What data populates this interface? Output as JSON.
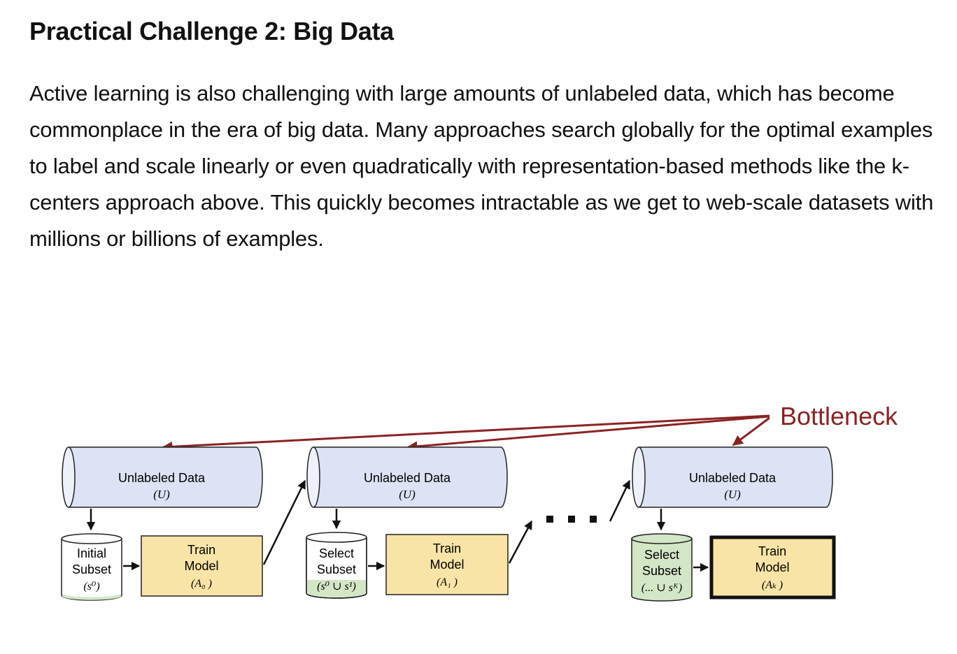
{
  "section": {
    "title": "Practical Challenge 2: Big Data",
    "paragraph": "Active learning is also challenging with large amounts of unlabeled data, which has become commonplace in the era of big data. Many approaches search globally for the optimal examples to label and scale linearly or even quadratically with representation-based methods like the k-centers approach above. This quickly becomes intractable as we get to web-scale datasets with millions or billions of examples."
  },
  "figure": {
    "bottleneck_label": "Bottleneck",
    "colors": {
      "bottleneck": "#8b2323",
      "pool_fill": "#dde3f4",
      "model_fill": "#f8e4a6",
      "selected_fill": "#d3e6c6"
    },
    "stages": [
      {
        "pool_label": "Unlabeled Data",
        "pool_symbol": "(U)",
        "subset_lines": [
          "Initial",
          "Subset",
          "(s⁰)"
        ],
        "model_lines": [
          "Train",
          "Model",
          "(A₀ )"
        ]
      },
      {
        "pool_label": "Unlabeled Data",
        "pool_symbol": "(U)",
        "subset_lines": [
          "Select",
          "Subset",
          "(s⁰ ∪ s¹)"
        ],
        "model_lines": [
          "Train",
          "Model",
          "(A₁ )"
        ]
      },
      {
        "pool_label": "Unlabeled Data",
        "pool_symbol": "(U)",
        "subset_lines": [
          "Select",
          "Subset",
          "(... ∪ sᴷ)"
        ],
        "model_lines": [
          "Train",
          "Model",
          "(Aₖ )"
        ]
      }
    ]
  }
}
